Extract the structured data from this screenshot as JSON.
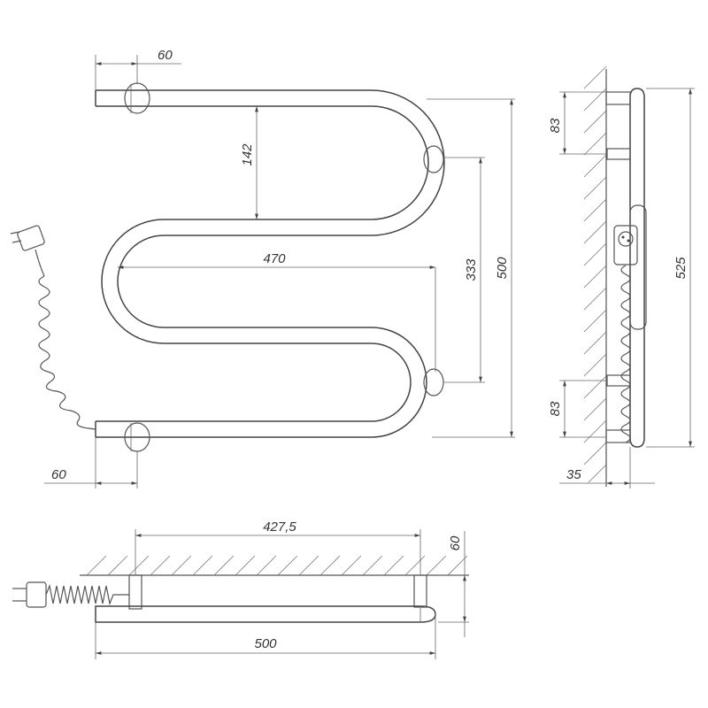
{
  "dimensions": {
    "front_left_offset_top": "60",
    "front_bend_gap": "142",
    "front_width": "470",
    "front_mount_spacing": "333",
    "front_height": "500",
    "front_left_offset_bottom": "60",
    "side_top_offset": "83",
    "side_height": "525",
    "side_bottom_offset": "83",
    "side_depth": "35",
    "top_mount_spacing": "427,5",
    "top_depth": "60",
    "top_width": "500"
  }
}
